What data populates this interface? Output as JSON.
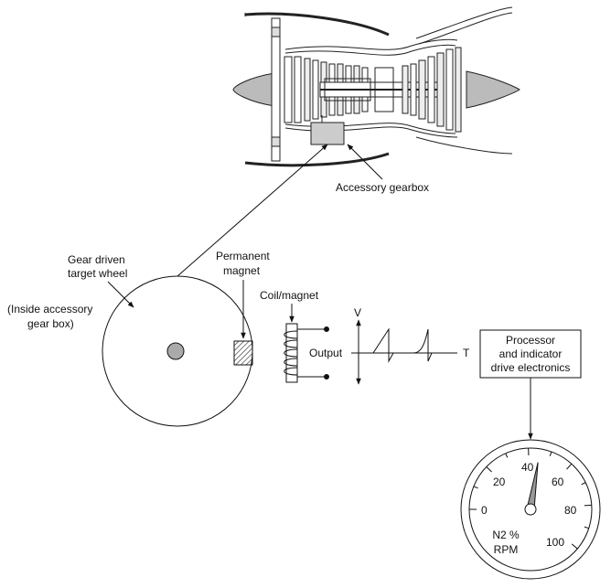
{
  "labels": {
    "accessory_gearbox": "Accessory gearbox",
    "gear_driven_line1": "Gear driven",
    "gear_driven_line2": "target wheel",
    "inside_line1": "(Inside accessory",
    "inside_line2": "gear box)",
    "permanent_line1": "Permanent",
    "permanent_line2": "magnet",
    "coil_magnet": "Coil/magnet",
    "output": "Output",
    "axis_v": "V",
    "axis_t": "T"
  },
  "processor_box": {
    "line1": "Processor",
    "line2": "and indicator",
    "line3": "drive electronics"
  },
  "gauge": {
    "ticks": [
      "0",
      "20",
      "40",
      "60",
      "80",
      "100"
    ],
    "caption_line1": "N2 %",
    "caption_line2": "RPM",
    "needle_value": 45
  }
}
